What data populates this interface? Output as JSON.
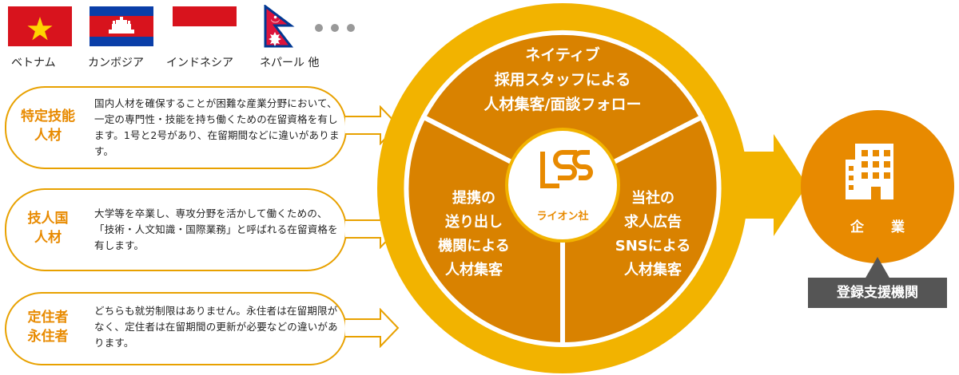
{
  "countries": [
    {
      "label": "ベトナム",
      "icon": "vietnam-flag-icon"
    },
    {
      "label": "カンボジア",
      "icon": "cambodia-flag-icon"
    },
    {
      "label": "インドネシア",
      "icon": "indonesia-flag-icon"
    },
    {
      "label": "ネパール 他",
      "icon": "nepal-flag-icon"
    }
  ],
  "visas": [
    {
      "title": "特定技能\n人材",
      "desc": "国内人材を確保することが困難な産業分野において、一定の専門性・技能を持ち働くための在留資格を有します。1号と2号があり、在留期間などに違いがあります。"
    },
    {
      "title": "技人国\n人材",
      "desc": "大学等を卒業し、専攻分野を活かして働くための、「技術・人文知識・国際業務」と呼ばれる在留資格を有します。"
    },
    {
      "title": "定住者\n永住者",
      "desc": "どちらも就労制限はありません。永住者は在留期限がなく、定住者は在留期間の更新が必要などの違いがあります。"
    }
  ],
  "circle": {
    "top": "ネイティブ\n採用スタッフによる\n人材集客/面談フォロー",
    "left": "提携の\n送り出し\n機関による\n人材集客",
    "right": "当社の\n求人広告\nSNSによる\n人材集客",
    "center_label": "ライオン社"
  },
  "company": {
    "label": "企 業",
    "icon": "office-building-icon"
  },
  "registration": {
    "label": "登録支援機関"
  },
  "colors": {
    "orange": "#e8a100",
    "segment": "#d98200",
    "ring": "#f2b300",
    "gray": "#555555",
    "title": "#e88a00"
  }
}
